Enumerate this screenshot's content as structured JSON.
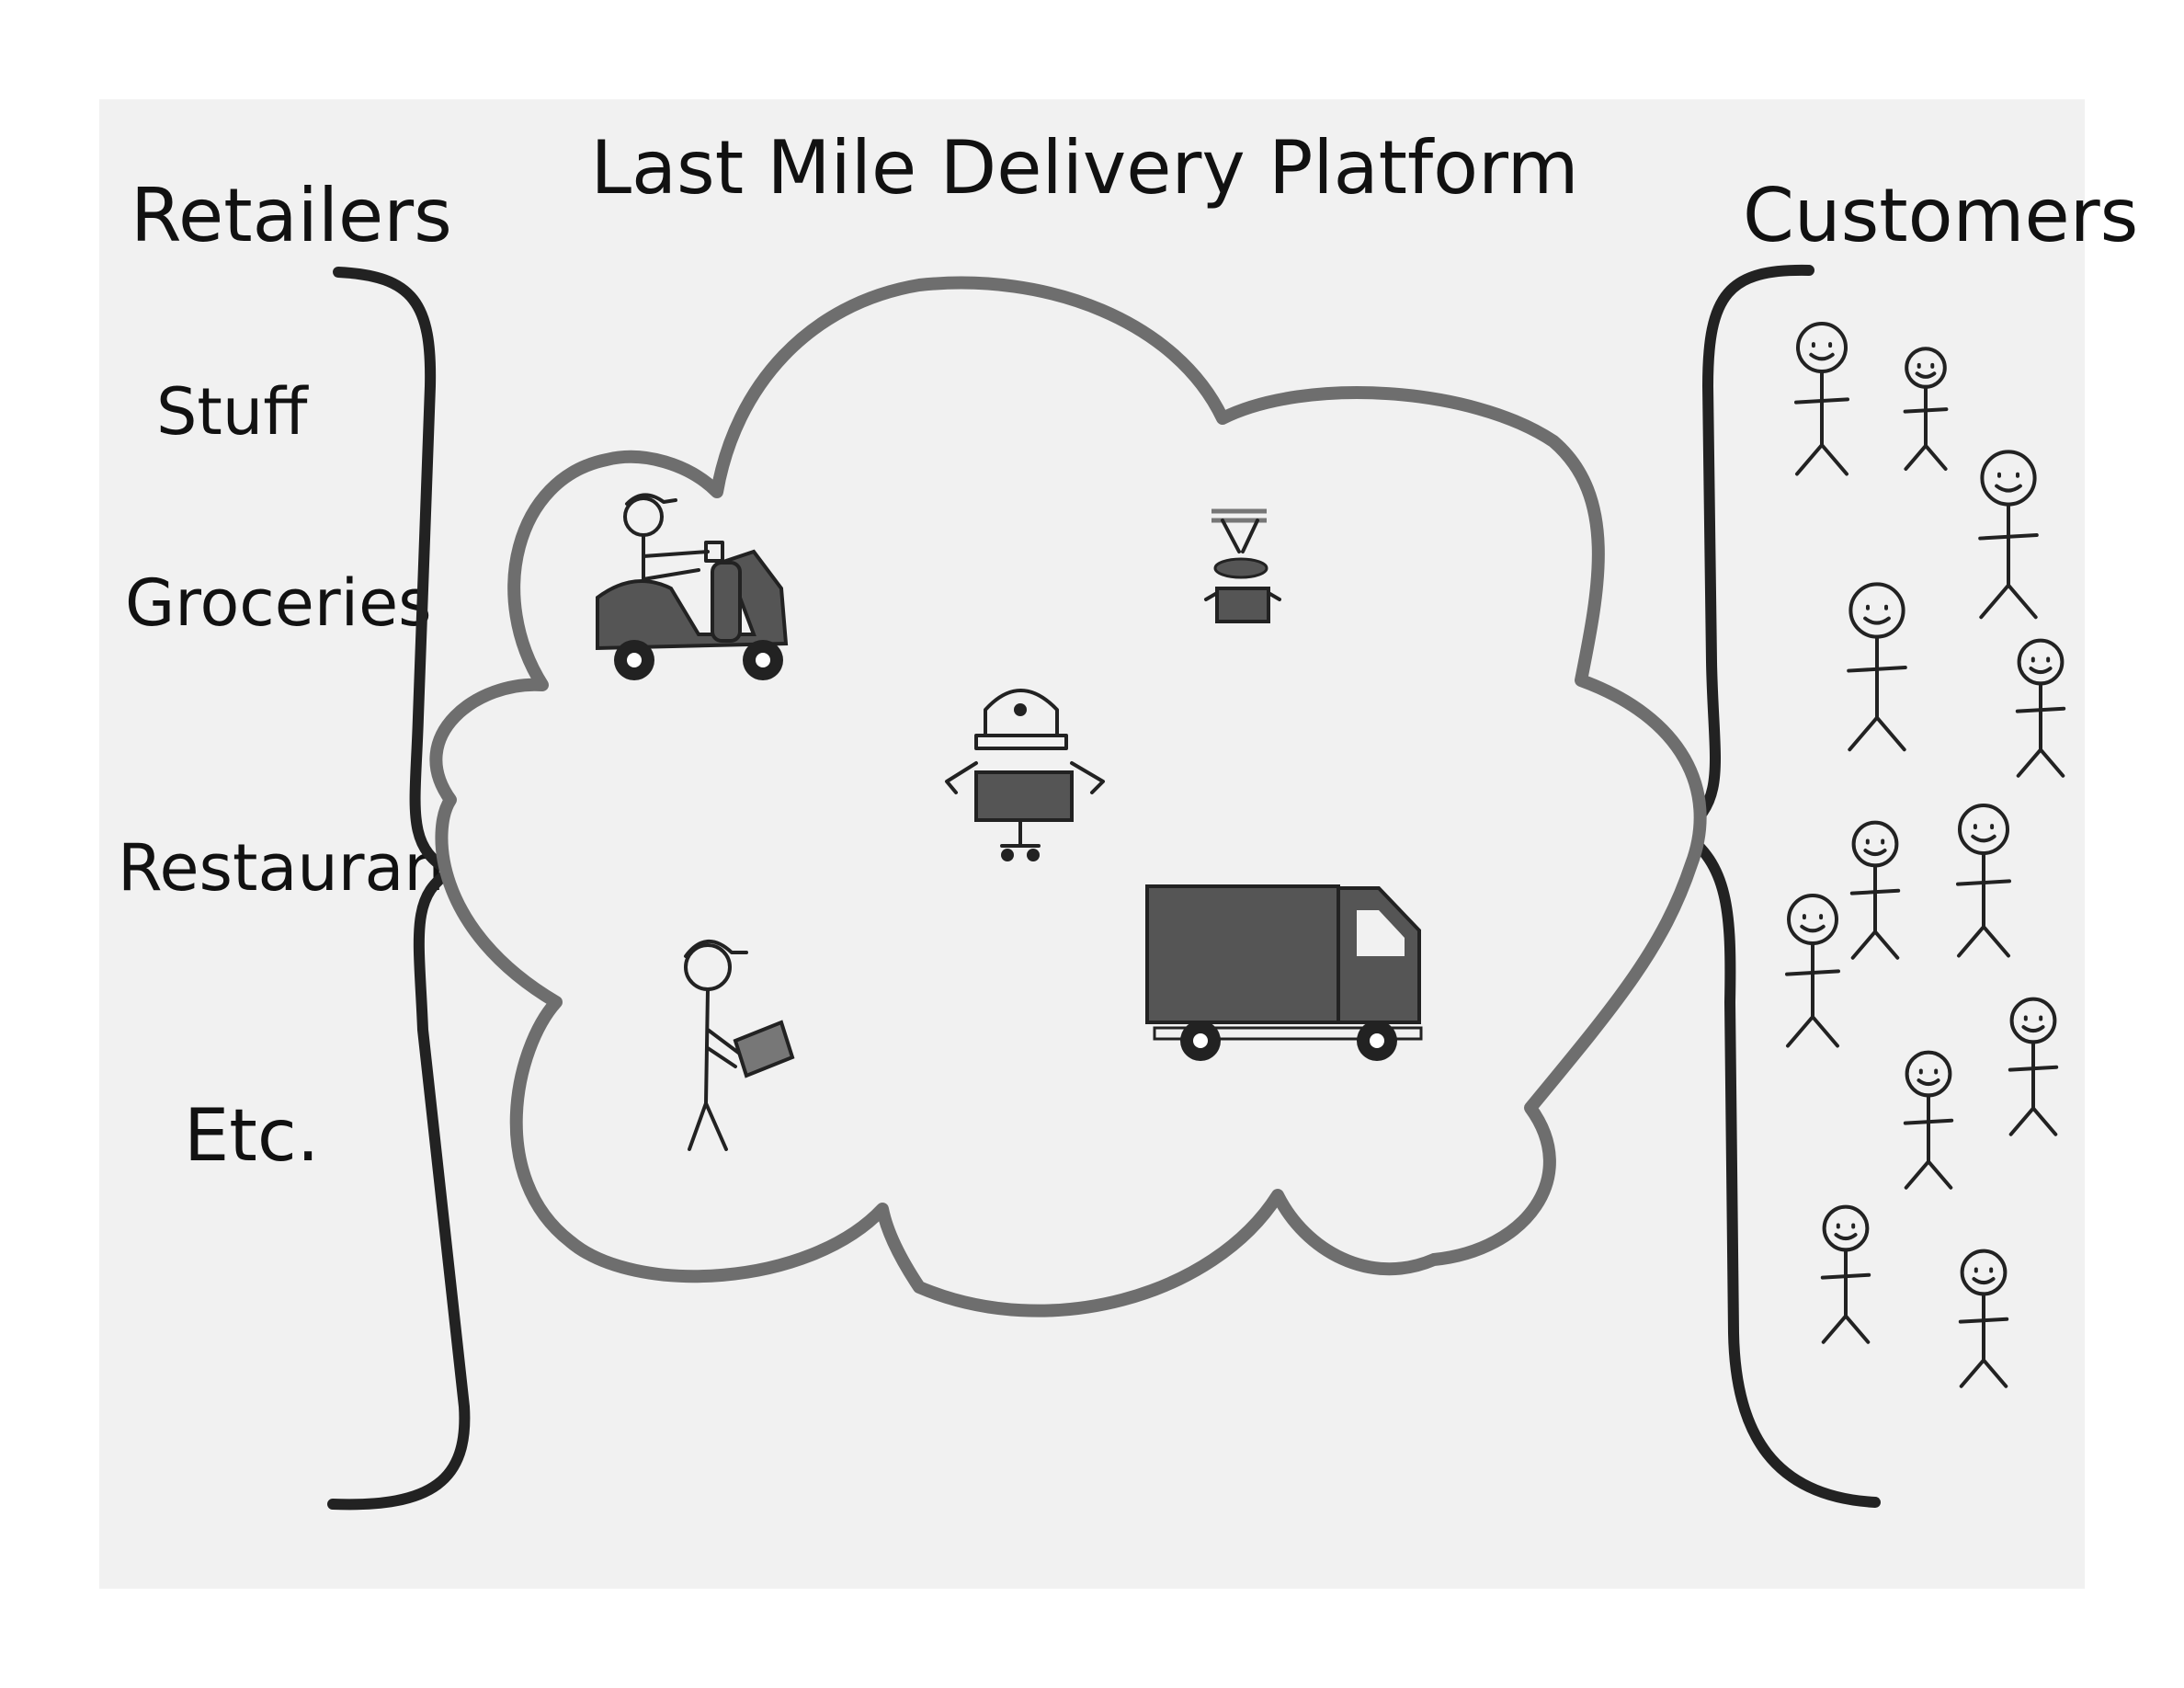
{
  "title": "Last Mile Delivery Platform",
  "retailers": {
    "heading": "Retailers",
    "items": [
      "Stuff",
      "Groceries",
      "Restaurants",
      "Etc."
    ]
  },
  "customers": {
    "heading": "Customers"
  },
  "icons": {
    "scooter": "scooter-courier-icon",
    "drone": "delivery-drone-icon",
    "robot": "delivery-robot-icon",
    "courier": "walking-courier-icon",
    "truck": "delivery-truck-icon",
    "person": "stick-figure-icon"
  },
  "colors": {
    "background": "#f1f1f1",
    "cloud_outline": "#6e6e6e",
    "brace": "#222222",
    "vehicle_fill": "#555555"
  }
}
